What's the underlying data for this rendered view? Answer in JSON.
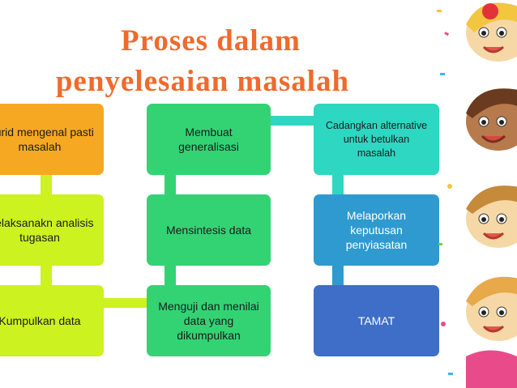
{
  "title": {
    "line1": "Proses dalam",
    "line2": "penyelesaian masalah"
  },
  "steps": [
    {
      "id": "s1",
      "label": "Murid mengenal pasti masalah"
    },
    {
      "id": "s2",
      "label": "Melaksanakn analisis tugasan"
    },
    {
      "id": "s3",
      "label": "Kumpulkan data"
    },
    {
      "id": "s4",
      "label": "Menguji dan menilai data yang dikumpulkan"
    },
    {
      "id": "s5",
      "label": "Mensintesis data"
    },
    {
      "id": "s6",
      "label": "Membuat generalisasi"
    },
    {
      "id": "s7",
      "label": "Cadangkan alternative untuk betulkan masalah"
    },
    {
      "id": "s8",
      "label": "Melaporkan keputusan penyiasatan"
    },
    {
      "id": "s9",
      "label": "TAMAT"
    }
  ],
  "colors": {
    "title": "#ef6a2c",
    "orange": "#f7a823",
    "lime": "#ccf21f",
    "green": "#33d374",
    "teal": "#2ed7c2",
    "blue": "#2f9ad0",
    "navy": "#3e6ec7"
  }
}
